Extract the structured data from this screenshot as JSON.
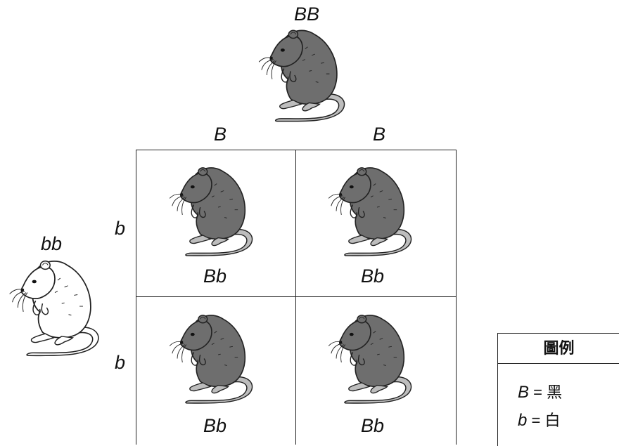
{
  "parent_top": {
    "genotype": "BB"
  },
  "parent_left": {
    "genotype": "bb"
  },
  "columns": [
    "B",
    "B"
  ],
  "rows": [
    "b",
    "b"
  ],
  "cells": [
    {
      "genotype": "Bb"
    },
    {
      "genotype": "Bb"
    },
    {
      "genotype": "Bb"
    },
    {
      "genotype": "Bb"
    }
  ],
  "legend": {
    "title": "圖例",
    "items": [
      {
        "key": "B",
        "sep": "=",
        "value": "黑"
      },
      {
        "key": "b",
        "sep": "=",
        "value": "白"
      }
    ]
  },
  "colors": {
    "black_mouse": "#6e6e6e",
    "white_mouse": "#ffffff",
    "tail_dark": "#bdbdbd"
  }
}
